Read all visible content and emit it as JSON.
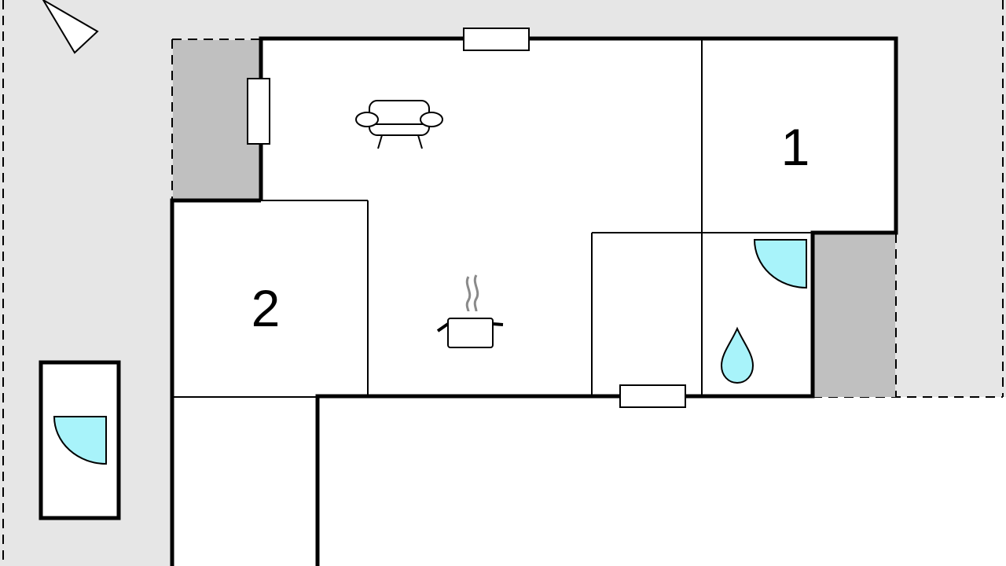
{
  "rooms": [
    {
      "id": "bedroom-1",
      "label": "1"
    },
    {
      "id": "bedroom-2",
      "label": "2"
    }
  ],
  "icons": {
    "compass": "north-arrow-icon",
    "living": "sofa-icon",
    "kitchen": "cooking-pot-icon",
    "bathroom": "water-drop-icon",
    "shower": "quarter-circle-shower-icon"
  },
  "colors": {
    "outdoor": "#e6e6e6",
    "terrace": "#c0c0c0",
    "wall": "#000000",
    "floor": "#ffffff",
    "water": "#a8f3fa"
  }
}
